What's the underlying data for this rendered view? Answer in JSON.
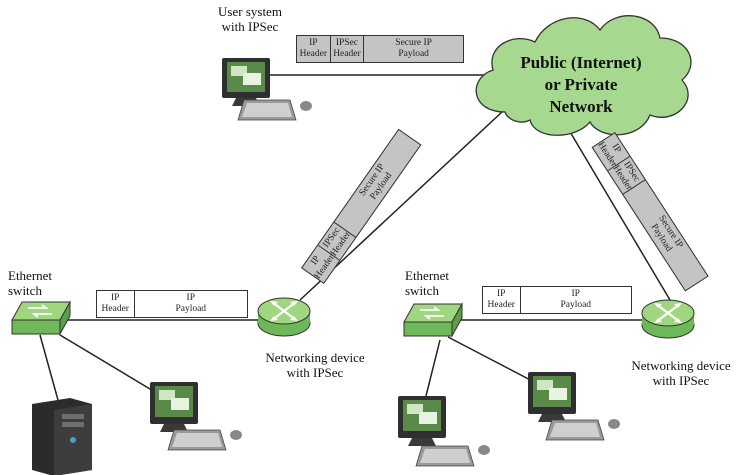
{
  "labels": {
    "user_system": "User system\nwith IPSec",
    "cloud": "Public (Internet)\nor Private\nNetwork",
    "switch_left": "Ethernet\nswitch",
    "switch_right": "Ethernet\nswitch",
    "netdev_left": "Networking device\nwith IPSec",
    "netdev_right": "Networking device\nwith IPSec"
  },
  "packets": {
    "secure": {
      "ip_header": "IP\nHeader",
      "ipsec_header": "IPSec\nHeader",
      "payload": "Secure IP\nPayload"
    },
    "plain": {
      "ip_header": "IP\nHeader",
      "payload": "IP\nPayload"
    }
  },
  "colors": {
    "cloud": "#a6d98f",
    "cloud_stroke": "#333333",
    "router": "#9fd67f",
    "switch": "#8fcc76",
    "packet_gray": "#c4c4c4",
    "screen": "#5a8a4a"
  },
  "icons": [
    "computer-icon",
    "keyboard-icon",
    "server-icon",
    "router-icon",
    "ethernet-switch-icon",
    "cloud-icon"
  ]
}
